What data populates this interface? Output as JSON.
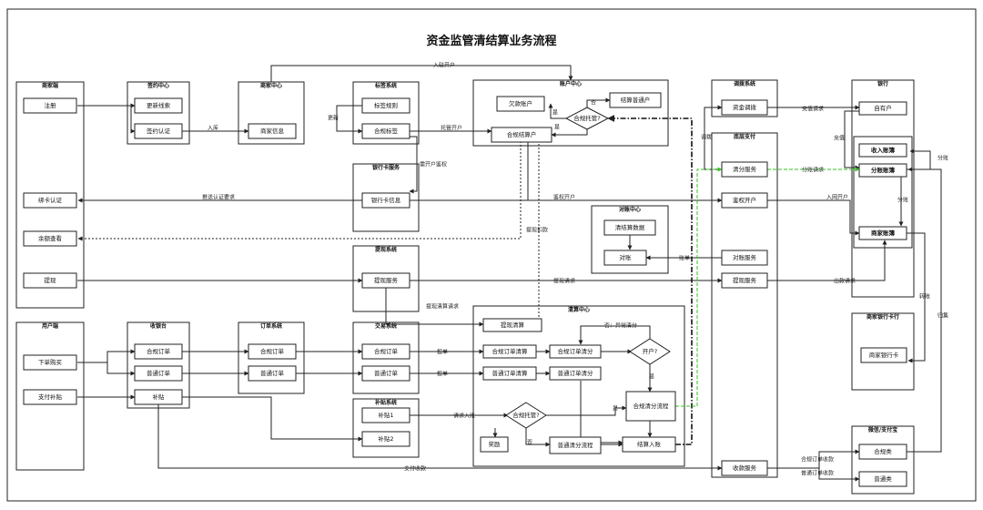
{
  "title": "资金监管清结算业务流程",
  "containers": {
    "merchant_side": "商家端",
    "sign_center": "签约中心",
    "merchant_center": "商家中心",
    "tag_system": "标签系统",
    "account_center": "账户中心",
    "fund_system": "调拨系统",
    "bank": "银行",
    "bankcard_service": "银行卡服务",
    "base_payment": "底层支付",
    "recon_center": "对账中心",
    "withdraw_system": "提现系统",
    "user_side": "用户端",
    "cashier": "收银台",
    "order_system": "订单系统",
    "trade_system": "交易系统",
    "clearing_center": "清算中心",
    "subsidy_system": "补贴系统",
    "merchant_bank_card": "商家银行卡行",
    "wechat_alipay": "微信/支付宝"
  },
  "boxes": {
    "register": "注册",
    "bind_card": "绑卡认证",
    "balance_view": "余额查看",
    "withdraw": "提现",
    "update_lead": "更新线索",
    "sign_auth": "签约认证",
    "merchant_info": "商家信息",
    "tag_rules": "标签规则",
    "compliance_tag": "合规标签",
    "arrears_account": "欠款账户",
    "settle_normal_account": "结算普通户",
    "compliance_settle_account": "合规结算户",
    "compliance_q": "合规托管?",
    "fund_transfer": "资金调拨",
    "own_account": "自有户",
    "income_ledger": "收入账簿",
    "split_ledger": "分账账簿",
    "merchant_ledger": "商家账簿",
    "bankcard_info": "银行卡信息",
    "split_service": "清分服务",
    "auth_open": "鉴权开户",
    "settle_data": "清结算数据",
    "reconcile": "对账",
    "recon_service": "对账服务",
    "withdraw_service_1": "提现服务",
    "withdraw_service_2": "提现服务",
    "withdraw_clearing": "提现清算",
    "merchant_bank_card_box": "商家银行卡",
    "place_order": "下单购买",
    "pay_subsidy": "支付补贴",
    "compliance_order_1": "合规订单",
    "normal_order_1": "普通订单",
    "subsidy": "补贴",
    "compliance_order_2": "合规订单",
    "normal_order_2": "普通订单",
    "compliance_order_3": "合规订单",
    "normal_order_3": "普通订单",
    "compliance_order_clearing": "合规订单清算",
    "normal_order_clearing": "普通订单清算",
    "compliance_order_split": "合规订单清分",
    "normal_order_split": "普通订单清分",
    "open_q": "开户?",
    "compliance_split_flow": "合规清分流程",
    "subsidy_1": "补贴1",
    "subsidy_2": "补贴2",
    "compliance_q2": "合规托管?",
    "reward": "奖励",
    "normal_split_flow": "普通清分流程",
    "settle_entry": "结算入账",
    "receipt_service": "收款服务",
    "compliance_type": "合规类",
    "normal_type": "普通类"
  },
  "labels": {
    "entry_open": "入驻开户",
    "storage": "入库",
    "update": "更新",
    "custody_open": "托管开户",
    "no": "否",
    "yes": "是",
    "need_open_auth": "需开户鉴权",
    "bind_request": "推送认证要求",
    "auth_open_flow": "鉴权开户",
    "withdraw_deduct": "提现扣款",
    "adjust": "调拨",
    "recharge_request": "充值请求",
    "recharge": "充值",
    "split_request": "分账请求",
    "split_acc": "分账",
    "network_open": "入网开户",
    "statement": "账单",
    "withdraw_request": "提现请求",
    "payout_request": "出款请求",
    "withdraw_clearing_request": "提现清算请求",
    "no_abnormal": "否：异常清分",
    "report_1": "报单",
    "report_2": "报单",
    "request_entry": "请求入账",
    "pay_receipt": "支付收款",
    "transfer": "转账",
    "collect": "归集",
    "compliance_order_receipt": "合规订单收款",
    "normal_order_receipt": "普通订单收款",
    "yes2": "是",
    "yes3": "是",
    "no2": "否"
  }
}
